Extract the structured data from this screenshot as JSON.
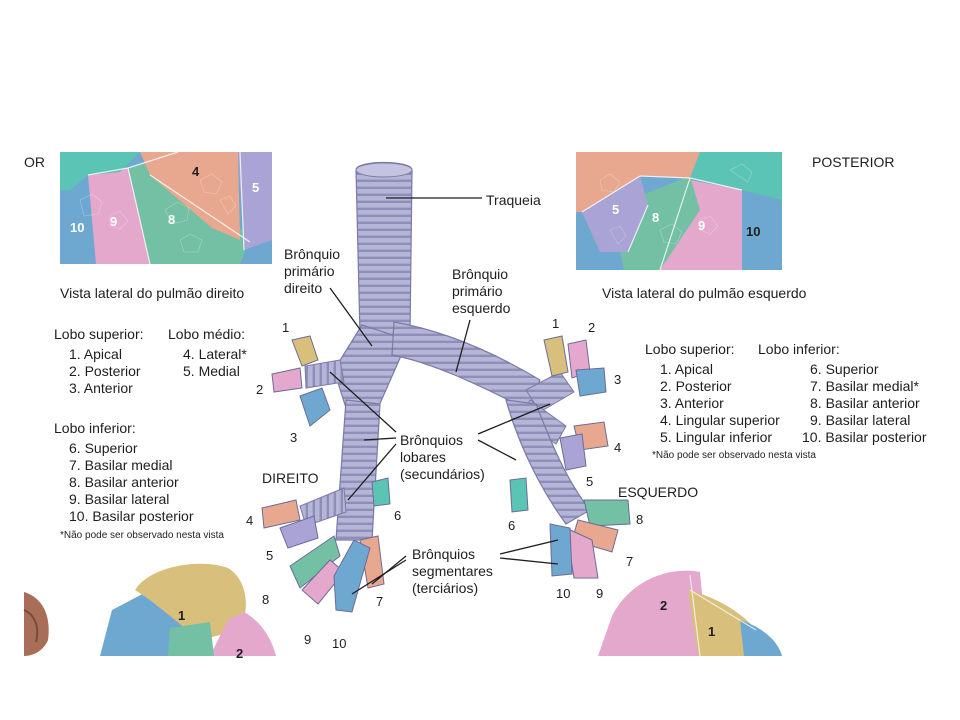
{
  "labels": {
    "anterior_cut": "OR",
    "posterior": "POSTERIOR",
    "trachea": "Traqueia",
    "right_primary": "Brônquio\nprimário\ndireito",
    "left_primary": "Brônquio\nprimário\nesquerdo",
    "lobar": "Brônquios\nlobares\n(secundários)",
    "segmental": "Brônquios\nsegmentares\n(terciários)",
    "right_side": "DIREITO",
    "left_side": "ESQUERDO",
    "caption_right": "Vista lateral do pulmão direito",
    "caption_left": "Vista lateral do pulmão esquerdo"
  },
  "right_lung": {
    "superior": {
      "title": "Lobo superior:",
      "items": [
        "1. Apical",
        "2. Posterior",
        "3. Anterior"
      ]
    },
    "middle": {
      "title": "Lobo médio:",
      "items": [
        "4. Lateral*",
        "5. Medial"
      ]
    },
    "inferior": {
      "title": "Lobo inferior:",
      "items": [
        "6. Superior",
        "7. Basilar medial",
        "8. Basilar anterior",
        "9. Basilar lateral",
        "10. Basilar posterior"
      ]
    },
    "note": "*Não pode ser observado nesta vista"
  },
  "left_lung": {
    "superior": {
      "title": "Lobo superior:",
      "items": [
        "1. Apical",
        "2. Posterior",
        "3. Anterior",
        "4. Lingular superior",
        "5. Lingular inferior"
      ]
    },
    "inferior": {
      "title": "Lobo inferior:",
      "items": [
        "6. Superior",
        "7. Basilar medial*",
        "8. Basilar anterior",
        "9. Basilar lateral",
        "10. Basilar posterior"
      ]
    },
    "note": "*Não pode ser observado nesta vista"
  },
  "segment_numbers": {
    "right": [
      "1",
      "2",
      "3",
      "4",
      "5",
      "6",
      "7",
      "8",
      "9",
      "10"
    ],
    "left": [
      "1",
      "2",
      "3",
      "4",
      "5",
      "6",
      "7",
      "8",
      "9",
      "10"
    ]
  },
  "lung_segment_labels": {
    "right_top": [
      "4",
      "5",
      "8",
      "9",
      "10"
    ],
    "left_top": [
      "5",
      "8",
      "9",
      "10"
    ],
    "right_bottom": [
      "1",
      "2"
    ],
    "left_bottom": [
      "2",
      "1"
    ]
  },
  "colors": {
    "pink": "#e4a8cc",
    "green": "#74c0a4",
    "salmon": "#e8a890",
    "lavender": "#a9a3d6",
    "blue": "#6ea8d0",
    "tan": "#d8c07c",
    "teal": "#5cc4b4",
    "airway": "#b3b3d6",
    "airway_dark": "#8c8cb4"
  }
}
